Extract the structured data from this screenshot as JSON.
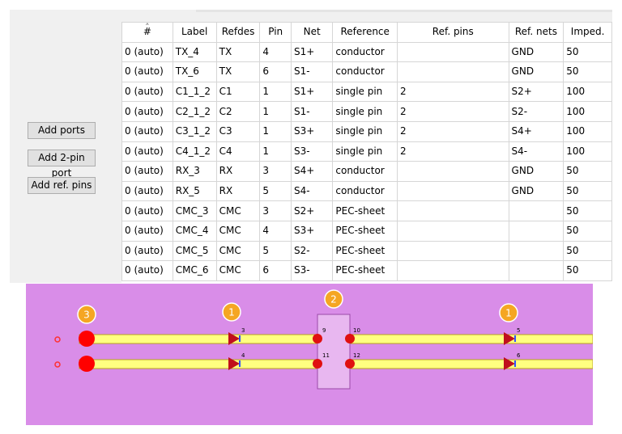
{
  "buttons": {
    "add_ports": "Add ports",
    "add_2pin_port": "Add 2-pin port",
    "add_ref_pins": "Add ref. pins"
  },
  "table": {
    "columns": [
      "#",
      "Label",
      "Refdes",
      "Pin",
      "Net",
      "Reference",
      "Ref. pins",
      "Ref. nets",
      "Imped."
    ],
    "rows": [
      [
        "0 (auto)",
        "TX_4",
        "TX",
        "4",
        "S1+",
        "conductor",
        "",
        "GND",
        "50"
      ],
      [
        "0 (auto)",
        "TX_6",
        "TX",
        "6",
        "S1-",
        "conductor",
        "",
        "GND",
        "50"
      ],
      [
        "0 (auto)",
        "C1_1_2",
        "C1",
        "1",
        "S1+",
        "single pin",
        "2",
        "S2+",
        "100"
      ],
      [
        "0 (auto)",
        "C2_1_2",
        "C2",
        "1",
        "S1-",
        "single pin",
        "2",
        "S2-",
        "100"
      ],
      [
        "0 (auto)",
        "C3_1_2",
        "C3",
        "1",
        "S3+",
        "single pin",
        "2",
        "S4+",
        "100"
      ],
      [
        "0 (auto)",
        "C4_1_2",
        "C4",
        "1",
        "S3-",
        "single pin",
        "2",
        "S4-",
        "100"
      ],
      [
        "0 (auto)",
        "RX_3",
        "RX",
        "3",
        "S4+",
        "conductor",
        "",
        "GND",
        "50"
      ],
      [
        "0 (auto)",
        "RX_5",
        "RX",
        "5",
        "S4-",
        "conductor",
        "",
        "GND",
        "50"
      ],
      [
        "0 (auto)",
        "CMC_3",
        "CMC",
        "3",
        "S2+",
        "PEC-sheet",
        "",
        "",
        "50"
      ],
      [
        "0 (auto)",
        "CMC_4",
        "CMC",
        "4",
        "S3+",
        "PEC-sheet",
        "",
        "",
        "50"
      ],
      [
        "0 (auto)",
        "CMC_5",
        "CMC",
        "5",
        "S2-",
        "PEC-sheet",
        "",
        "",
        "50"
      ],
      [
        "0 (auto)",
        "CMC_6",
        "CMC",
        "6",
        "S3-",
        "PEC-sheet",
        "",
        "",
        "50"
      ]
    ]
  },
  "diagram": {
    "badges": {
      "left": "3",
      "port1_left": "1",
      "center": "2",
      "port1_right": "1"
    },
    "pin_labels": {
      "top_left_port": "3",
      "bottom_left_port": "4",
      "cmc_top_left": "9",
      "cmc_top_right": "10",
      "cmc_bottom_left": "11",
      "cmc_bottom_right": "12",
      "top_right_port": "5",
      "bottom_right_port": "6"
    },
    "colors": {
      "background": "#d98de8",
      "trace": "#ffff80",
      "pad": "#ff0000",
      "port_triangle": "#c0101c",
      "badge": "#f5a623",
      "cmc_box": "#e8b7f0"
    }
  }
}
